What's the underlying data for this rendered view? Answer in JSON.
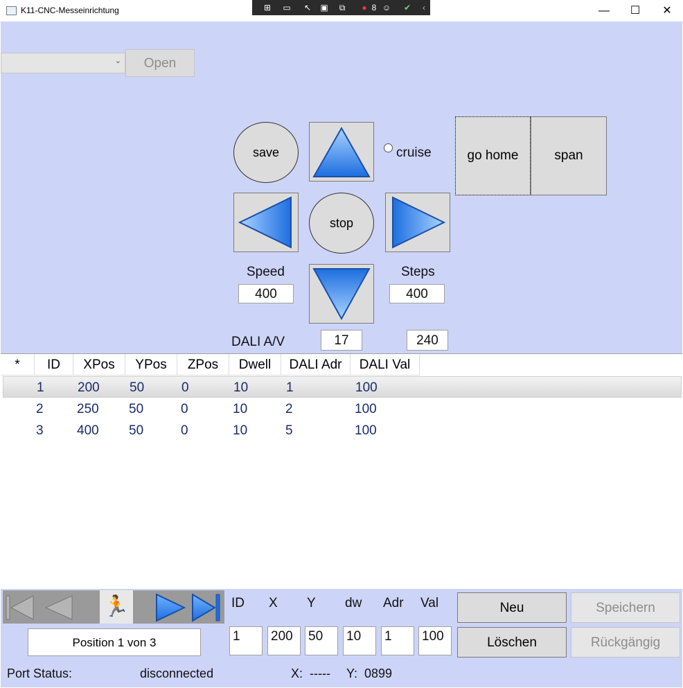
{
  "window": {
    "title": "K11-CNC-Messeinrichtung",
    "controls": {
      "minimize": "—",
      "maximize": "☐",
      "close": "✕"
    },
    "debug_count": "8"
  },
  "toolbar": {
    "combo_value": "",
    "open_label": "Open"
  },
  "controls": {
    "save_label": "save",
    "stop_label": "stop",
    "cruise_label": "cruise",
    "go_home_label": "go home",
    "span_label": "span",
    "speed_label": "Speed",
    "speed_value": "400",
    "steps_label": "Steps",
    "steps_value": "400",
    "dali_label": "DALI A/V",
    "dali_a_value": "17",
    "dali_v_value": "240"
  },
  "grid": {
    "columns": [
      "*",
      "ID",
      "XPos",
      "YPos",
      "ZPos",
      "Dwell",
      "DALI Adr",
      "DALI Val"
    ],
    "rows": [
      [
        "",
        "1",
        "200",
        "50",
        "0",
        "10",
        "1",
        "100"
      ],
      [
        "",
        "2",
        "250",
        "50",
        "0",
        "10",
        "2",
        "100"
      ],
      [
        "",
        "3",
        "400",
        "50",
        "0",
        "10",
        "5",
        "100"
      ]
    ]
  },
  "navigator": {
    "position_text": "Position 1 von 3"
  },
  "fields": {
    "labels": [
      "ID",
      "X",
      "Y",
      "dw",
      "Adr",
      "Val"
    ],
    "values": [
      "1",
      "200",
      "50",
      "10",
      "1",
      "100"
    ]
  },
  "actions": {
    "new_label": "Neu",
    "save_label": "Speichern",
    "delete_label": "Löschen",
    "undo_label": "Rückgängig"
  },
  "status": {
    "port_label": "Port Status:",
    "port_value": "disconnected",
    "x_label": "X:",
    "x_value": "-----",
    "y_label": "Y:",
    "y_value": "0899"
  },
  "colors": {
    "panel_bg": "#ccd4f8",
    "arrow_blue": "#3f8ee8",
    "grid_text": "#1a2b6b"
  }
}
